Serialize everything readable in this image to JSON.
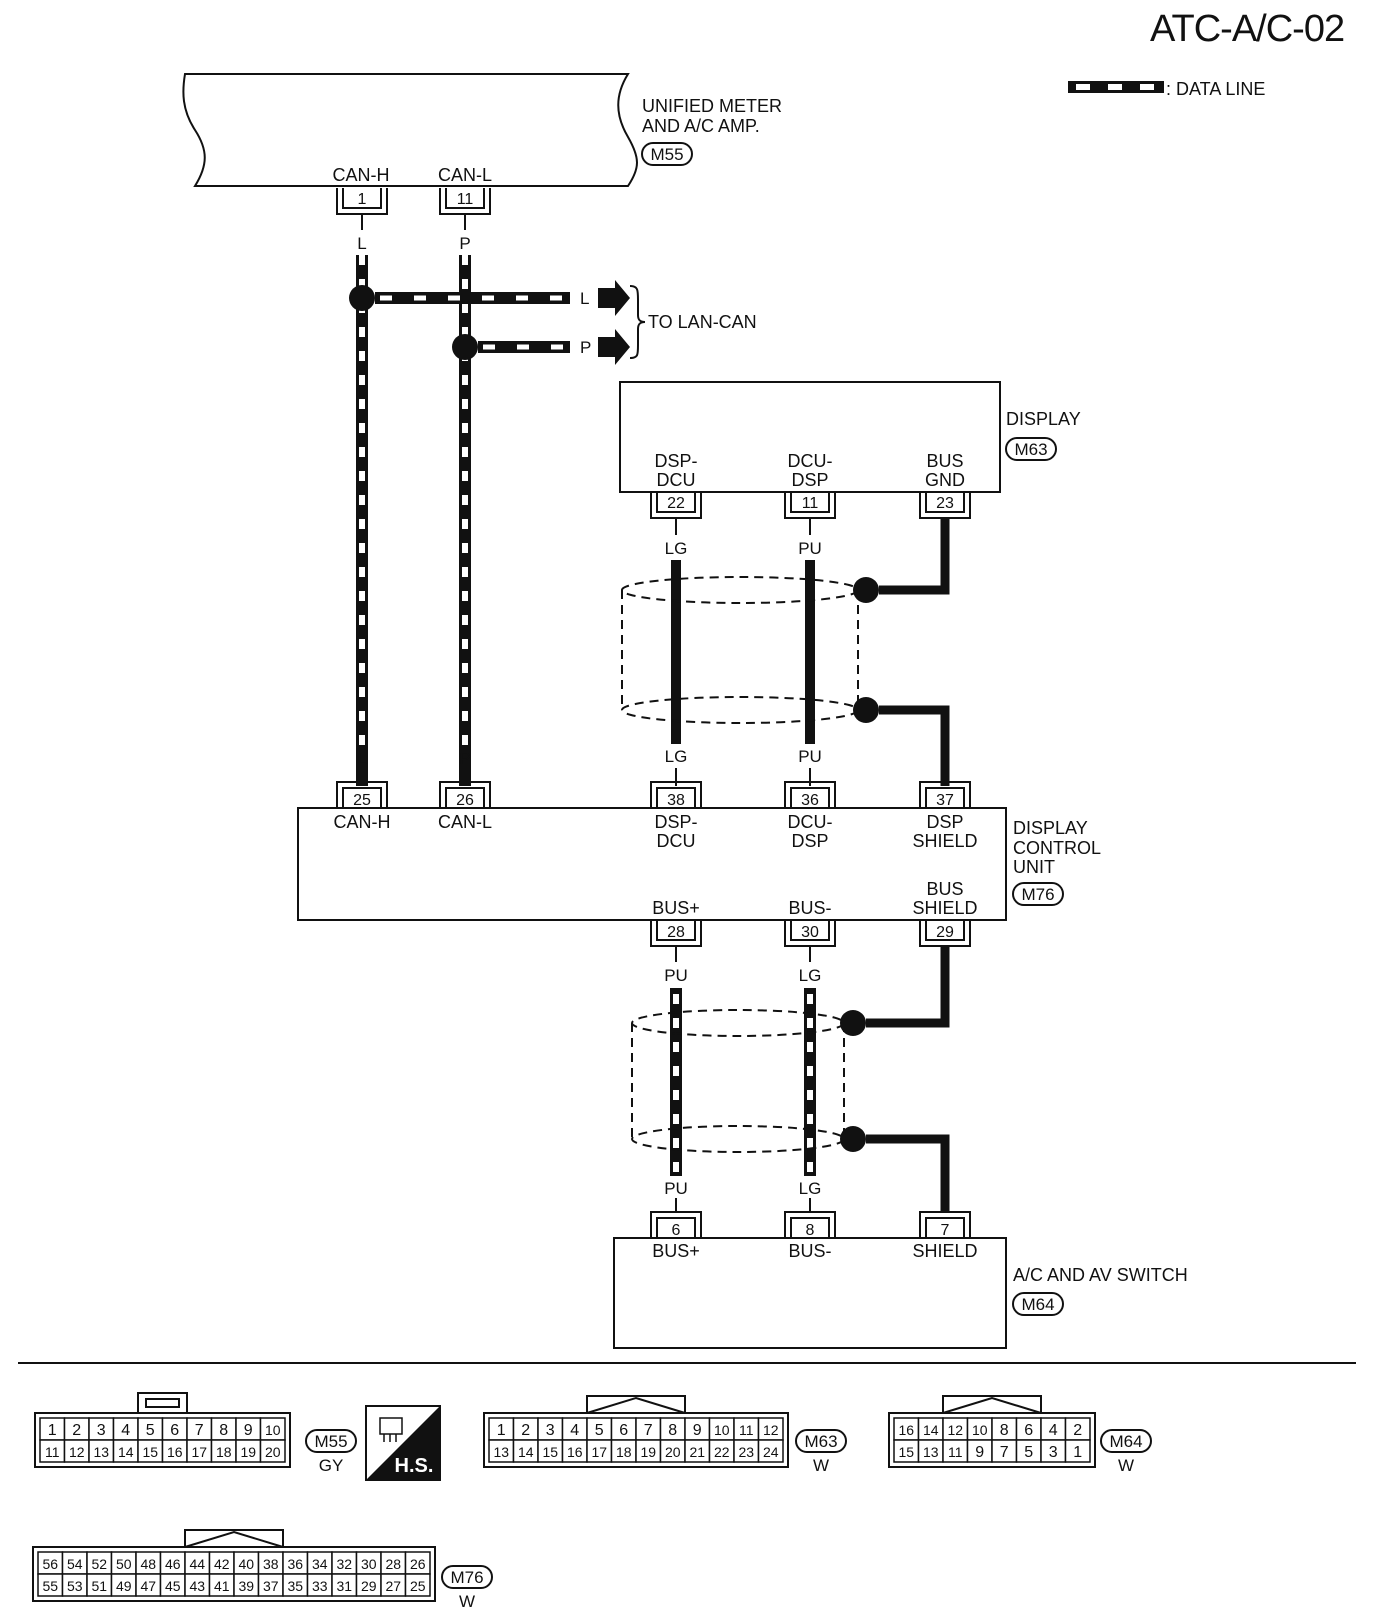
{
  "page_code": "ATC-A/C-02",
  "legend": {
    "label": ": DATA LINE"
  },
  "to_lan_can": "TO LAN-CAN",
  "components": {
    "meter": {
      "name1": "UNIFIED METER",
      "name2": "AND A/C AMP.",
      "connector": "M55"
    },
    "display": {
      "name": "DISPLAY",
      "connector": "M63"
    },
    "dcu": {
      "name1": "DISPLAY",
      "name2": "CONTROL",
      "name3": "UNIT",
      "connector": "M76"
    },
    "switch": {
      "name": "A/C AND AV SWITCH",
      "connector": "M64"
    }
  },
  "pins": {
    "m55_1": {
      "num": "1",
      "label": "CAN-H"
    },
    "m55_11": {
      "num": "11",
      "label": "CAN-L"
    },
    "m63_22": {
      "num": "22",
      "label1": "DSP-",
      "label2": "DCU"
    },
    "m63_11": {
      "num": "11",
      "label1": "DCU-",
      "label2": "DSP"
    },
    "m63_23": {
      "num": "23",
      "label1": "BUS",
      "label2": "GND"
    },
    "m76_25": {
      "num": "25",
      "label": "CAN-H"
    },
    "m76_26": {
      "num": "26",
      "label": "CAN-L"
    },
    "m76_38": {
      "num": "38",
      "label1": "DSP-",
      "label2": "DCU"
    },
    "m76_36": {
      "num": "36",
      "label1": "DCU-",
      "label2": "DSP"
    },
    "m76_37": {
      "num": "37",
      "label1": "DSP",
      "label2": "SHIELD"
    },
    "m76_28": {
      "num": "28",
      "label": "BUS+"
    },
    "m76_30": {
      "num": "30",
      "label": "BUS-"
    },
    "m76_29": {
      "num": "29",
      "label1": "BUS",
      "label2": "SHIELD"
    },
    "m64_6": {
      "num": "6",
      "label": "BUS+"
    },
    "m64_8": {
      "num": "8",
      "label": "BUS-"
    },
    "m64_7": {
      "num": "7",
      "label": "SHIELD"
    }
  },
  "wire_colors": {
    "l": "L",
    "p": "P",
    "lg": "LG",
    "pu": "PU"
  },
  "connector_views": {
    "m55": {
      "id": "M55",
      "color": "GY",
      "top": [
        "1",
        "2",
        "3",
        "4",
        "5",
        "6",
        "7",
        "8",
        "9",
        "10"
      ],
      "bottom": [
        "11",
        "12",
        "13",
        "14",
        "15",
        "16",
        "17",
        "18",
        "19",
        "20"
      ]
    },
    "hs": {
      "label": "H.S."
    },
    "m63": {
      "id": "M63",
      "color": "W",
      "top": [
        "1",
        "2",
        "3",
        "4",
        "5",
        "6",
        "7",
        "8",
        "9",
        "10",
        "11",
        "12"
      ],
      "bottom": [
        "13",
        "14",
        "15",
        "16",
        "17",
        "18",
        "19",
        "20",
        "21",
        "22",
        "23",
        "24"
      ]
    },
    "m64": {
      "id": "M64",
      "color": "W",
      "top": [
        "16",
        "14",
        "12",
        "10",
        "8",
        "6",
        "4",
        "2"
      ],
      "bottom": [
        "15",
        "13",
        "11",
        "9",
        "7",
        "5",
        "3",
        "1"
      ]
    },
    "m76": {
      "id": "M76",
      "color": "W",
      "top": [
        "56",
        "54",
        "52",
        "50",
        "48",
        "46",
        "44",
        "42",
        "40",
        "38",
        "36",
        "34",
        "32",
        "30",
        "28",
        "26"
      ],
      "bottom": [
        "55",
        "53",
        "51",
        "49",
        "47",
        "45",
        "43",
        "41",
        "39",
        "37",
        "35",
        "33",
        "31",
        "29",
        "27",
        "25"
      ]
    }
  }
}
